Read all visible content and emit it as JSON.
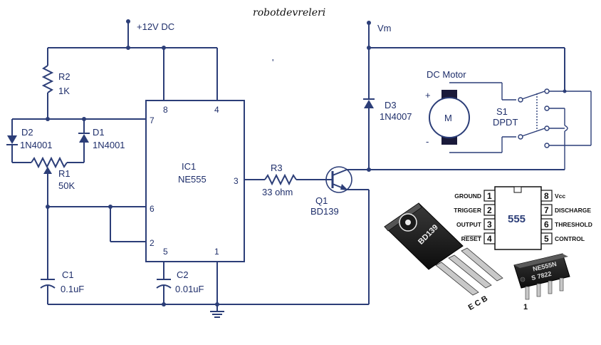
{
  "title": "robotdevreleri",
  "supply": {
    "vcc": "+12V DC",
    "vm": "Vm"
  },
  "components": {
    "r2": {
      "ref": "R2",
      "value": "1K"
    },
    "d2": {
      "ref": "D2",
      "value": "1N4001"
    },
    "d1": {
      "ref": "D1",
      "value": "1N4001"
    },
    "r1": {
      "ref": "R1",
      "value": "50K"
    },
    "c1": {
      "ref": "C1",
      "value": "0.1uF"
    },
    "c2": {
      "ref": "C2",
      "value": "0.01uF"
    },
    "ic1": {
      "ref": "IC1",
      "value": "NE555"
    },
    "r3": {
      "ref": "R3",
      "value": "33 ohm"
    },
    "q1": {
      "ref": "Q1",
      "value": "BD139"
    },
    "d3": {
      "ref": "D3",
      "value": "1N4007"
    },
    "motor": {
      "label": "DC Motor",
      "symbol": "M",
      "plus": "+",
      "minus": "-"
    },
    "s1": {
      "ref": "S1",
      "value": "DPDT"
    }
  },
  "ic_pins": {
    "p8": "8",
    "p4": "4",
    "p7": "7",
    "p6": "6",
    "p2": "2",
    "p5": "5",
    "p1": "1",
    "p3": "3"
  },
  "pinout_555": {
    "name": "555",
    "left": [
      {
        "num": "1",
        "label": "GROUND"
      },
      {
        "num": "2",
        "label": "TRIGGER"
      },
      {
        "num": "3",
        "label": "OUTPUT"
      },
      {
        "num": "4",
        "label": "RESET"
      }
    ],
    "right": [
      {
        "num": "8",
        "label": "Vcc"
      },
      {
        "num": "7",
        "label": "DISCHARGE"
      },
      {
        "num": "6",
        "label": "THRESHOLD"
      },
      {
        "num": "5",
        "label": "CONTROL"
      }
    ]
  },
  "bd139_package": {
    "marking": "BD139",
    "pins": "E C B"
  },
  "ne555_package": {
    "marking": "NE555N",
    "code": "S 7822",
    "pin1": "1"
  },
  "marks": {
    "tick": "'"
  }
}
